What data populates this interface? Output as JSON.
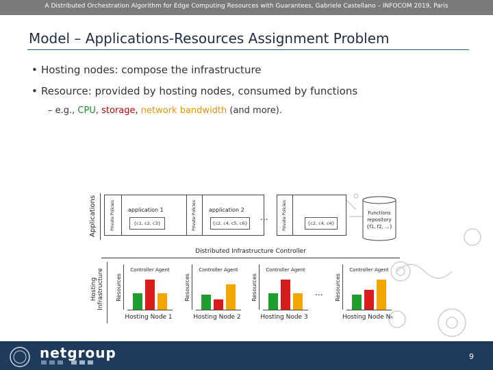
{
  "header": {
    "text": "A Distributed Orchestration Algorithm for Edge Computing Resources with Guarantees, Gabriele Castellano – INFOCOM 2019, Paris"
  },
  "slide": {
    "title": "Model – Applications-Resources Assignment Problem",
    "bullets": [
      {
        "term": "Hosting nodes",
        "rest": ": compose the infrastructure"
      },
      {
        "term": "Resource",
        "rest": ": provided by hosting nodes, consumed by functions"
      }
    ],
    "sub_bullet": {
      "dash": "–",
      "prefix": "e.g., ",
      "cpu": "CPU",
      "sep1": ", ",
      "storage": "storage",
      "sep2": ", ",
      "bw": "network bandwidth",
      "suffix": " (and more)."
    }
  },
  "diagram": {
    "applications_label": "Applications",
    "private_policies": "Private Policies",
    "apps": [
      {
        "title": "application 1",
        "functions": "{c1, c2, c3}"
      },
      {
        "title": "application 2",
        "functions": "{c2, c4, c5, c6}"
      },
      {
        "title": "",
        "functions": "{c2, c4, c4}"
      }
    ],
    "ellipsis": "...",
    "repository": {
      "line1": "Functions",
      "line2": "repository",
      "line3": "{f1, f2, ...}"
    },
    "controller": "Distributed Infrastructure Controller",
    "hosting_label": "Hosting Infrastructure",
    "resources_label": "Resources",
    "agent_label": "Controller Agent",
    "nodes": [
      {
        "name": "Hosting Node 1",
        "bars": {
          "cpu": 0.55,
          "storage": 1.0,
          "bw": 0.55
        }
      },
      {
        "name": "Hosting Node 2",
        "bars": {
          "cpu": 0.5,
          "storage": 0.35,
          "bw": 0.85
        }
      },
      {
        "name": "Hosting Node 3",
        "bars": {
          "cpu": 0.55,
          "storage": 1.0,
          "bw": 0.55
        }
      },
      {
        "name": "Hosting Node Nₕ",
        "bars": {
          "cpu": 0.5,
          "storage": 0.65,
          "bw": 1.0
        }
      }
    ],
    "colors": {
      "cpu": "#1e9e2e",
      "storage": "#d81b1b",
      "bw": "#f0a800"
    }
  },
  "footer": {
    "logo": "netgroup",
    "page": "9"
  }
}
